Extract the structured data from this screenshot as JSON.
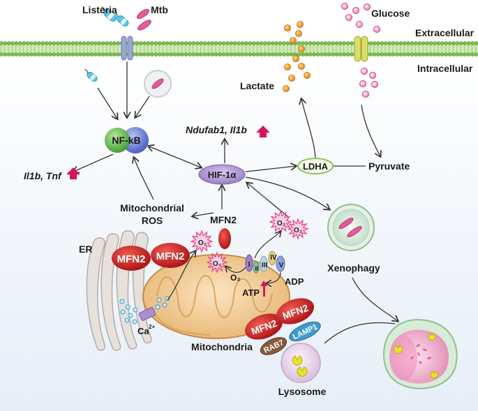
{
  "labels": {
    "listeria": "Listeria",
    "mtb": "Mtb",
    "glucose": "Glucose",
    "extracellular": "Extracellular",
    "intracellular": "Intracellular",
    "lactate": "Lactate",
    "nfkb": "NF-kB",
    "ndufab1": "Ndufab1, Il1b",
    "il1b_tnf": "Il1b, Tnf",
    "hif1a": "HIF-1α",
    "ldha": "LDHA",
    "pyruvate": "Pyruvate",
    "mito_ros_1": "Mitochondrial",
    "mito_ros_2": "ROS",
    "mfn2_top": "MFN2",
    "er": "ER",
    "mfn2_er_a": "MFN2",
    "mfn2_er_b": "MFN2",
    "o2_left": "O₂",
    "o2_mid": "O₂",
    "o2_right_a": "O₂",
    "o2_right_b": "O₂",
    "o2_text": "O₂",
    "complex_I": "I",
    "complex_II": "II",
    "complex_III": "III",
    "complex_IV": "IV",
    "complex_V": "V",
    "atp": "ATP",
    "adp": "ADP",
    "xenophagy": "Xenophagy",
    "calcium": "Ca",
    "calcium_sup": "2+",
    "mitochondria": "Mitochondria",
    "mfn2_lyso_a": "MFN2",
    "mfn2_lyso_b": "MFN2",
    "rab7": "RAB7",
    "lamp1": "LAMP1",
    "lysosome": "Lysosome"
  },
  "colors": {
    "membrane": "#7dc04a",
    "membrane_dark": "#4e8f2a",
    "mfn2_red": "#c8161d",
    "up_arrow": "#d6145a",
    "nfkb_green": "#5dbb4a",
    "nfkb_blue": "#5a6fd0",
    "hif_purple": "#8a6db3",
    "ros_pink": "#ee3b8a",
    "mito_tan": "#f0c98e",
    "lactate_orange": "#f39c12",
    "glucose_pink": "#f06fae"
  }
}
